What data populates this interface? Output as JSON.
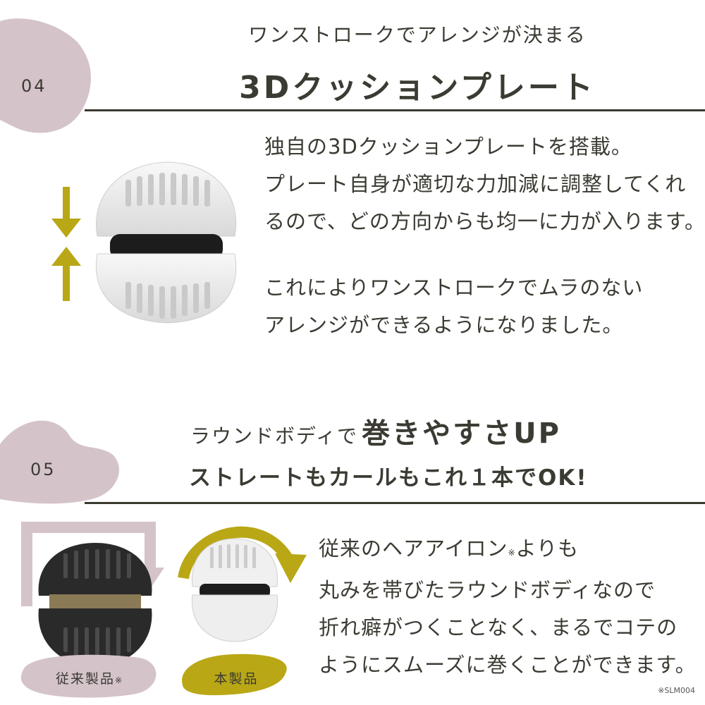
{
  "section4": {
    "number": "04",
    "subtitle": "ワンストロークでアレンジが決まる",
    "title": "3Dクッションプレート",
    "para1": [
      "独自の3Dクッションプレートを搭載。",
      "プレート自身が適切な力加減に調整してくれ",
      "るので、どの方向からも均一に力が入ります。"
    ],
    "para2": [
      "これによりワンストロークでムラのない",
      "アレンジができるようになりました。"
    ],
    "colors": {
      "blob": "#d5c3ca",
      "arrow": "#b9a716",
      "line": "#3a3a30"
    }
  },
  "section5": {
    "number": "05",
    "heading_small": "ラウンドボディで",
    "heading_big": "巻きやすさUP",
    "subheading": "ストレートもカールもこれ１本でOK!",
    "body": [
      "従来のヘアアイロン",
      "よりも",
      "丸みを帯びたラウンドボディなので",
      "折れ癖がつくことなく、まるでコテの",
      "ようにスムーズに巻くことができます。"
    ],
    "body_mark": "※",
    "label_old": "従来製品",
    "label_old_mark": "※",
    "label_new": "本製品",
    "footnote": "※SLM004"
  }
}
